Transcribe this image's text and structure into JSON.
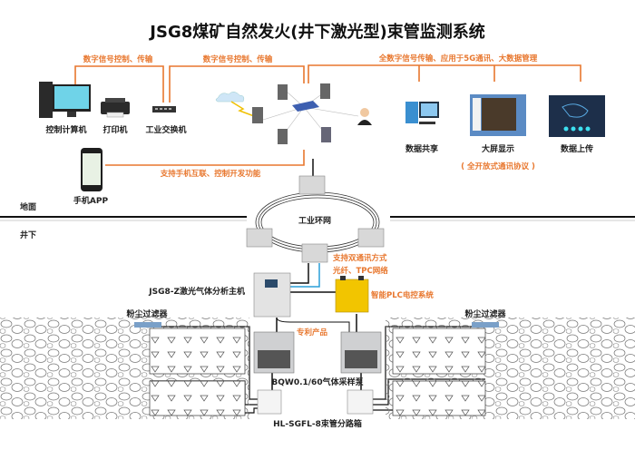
{
  "title": "JSG8煤矿自然发火(井下激光型)束管监测系统",
  "colors": {
    "accent": "#e8772e",
    "line": "#222222",
    "fiber": "#2a9fd8",
    "plc": "#f2c500"
  },
  "surface": {
    "link_label_1": "数字信号控制、传输",
    "link_label_2": "数字信号控制、传输",
    "link_label_3": "全数字信号传输、应用于5G通讯、大数据管理",
    "phone_link_label": "支持手机互联、控制开发功能",
    "devices": {
      "control_computer": "控制计算机",
      "printer": "打印机",
      "switch": "工业交换机",
      "phone": "手机APP",
      "data_share": "数据共享",
      "big_screen": "大屏显示",
      "data_upload": "数据上传"
    },
    "protocol_note": "( 全开放式通讯协议 )"
  },
  "ground": {
    "above": "地面",
    "below": "井下"
  },
  "underground": {
    "ring": "工业环网",
    "dual_comm_1": "支持双通讯方式",
    "dual_comm_2": "光纤、TPC网络",
    "analyzer": "JSG8-Z激光气体分析主机",
    "plc": "智能PLC电控系统",
    "filter_left": "粉尘过滤器",
    "filter_right": "粉尘过滤器",
    "patent": "专利产品",
    "pump": "BQW0.1/60气体采样泵",
    "splitter": "HL-SGFL-8束管分路箱"
  }
}
